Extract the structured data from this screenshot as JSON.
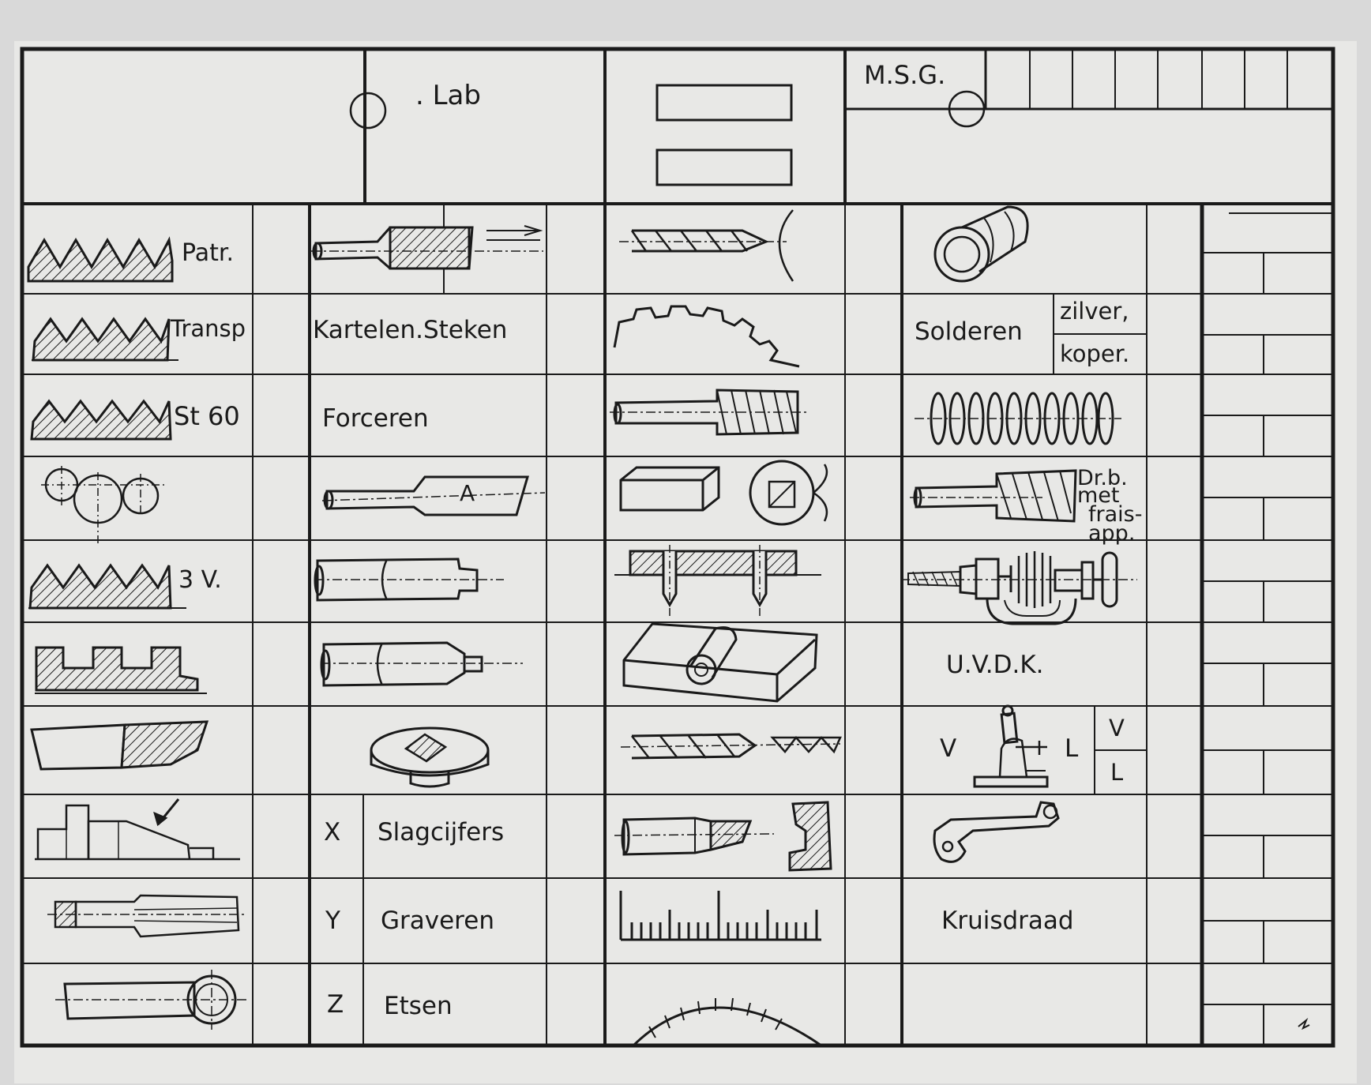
{
  "header": {
    "lab": ". Lab",
    "msg": "M.S.G."
  },
  "thread_labels": {
    "patr": "Patr.",
    "transp": "Transp",
    "st60": "St 60",
    "v3": "3 V."
  },
  "col2": {
    "kartelen": "Kartelen.Steken",
    "forceren": "Forceren",
    "mark_a": "A",
    "x": "X",
    "slagcijfers": "Slagcijfers",
    "y": "Y",
    "graveren": "Graveren",
    "z": "Z",
    "etsen": "Etsen"
  },
  "col4": {
    "solderen": "Solderen",
    "zilver": "zilver,",
    "koper": "koper.",
    "drb_1": "Dr.b.",
    "drb_2": "met",
    "drb_3": "frais-",
    "drb_4": "app.",
    "uvdk": "U.V.D.K.",
    "v_left": "V",
    "l_right": "L",
    "v_box": "V",
    "l_box": "L",
    "kruisdraad": "Kruisdraad"
  },
  "colors": {
    "paper": "#e8e8e6",
    "ink": "#1a1a1a",
    "background": "#d9d9d9"
  }
}
